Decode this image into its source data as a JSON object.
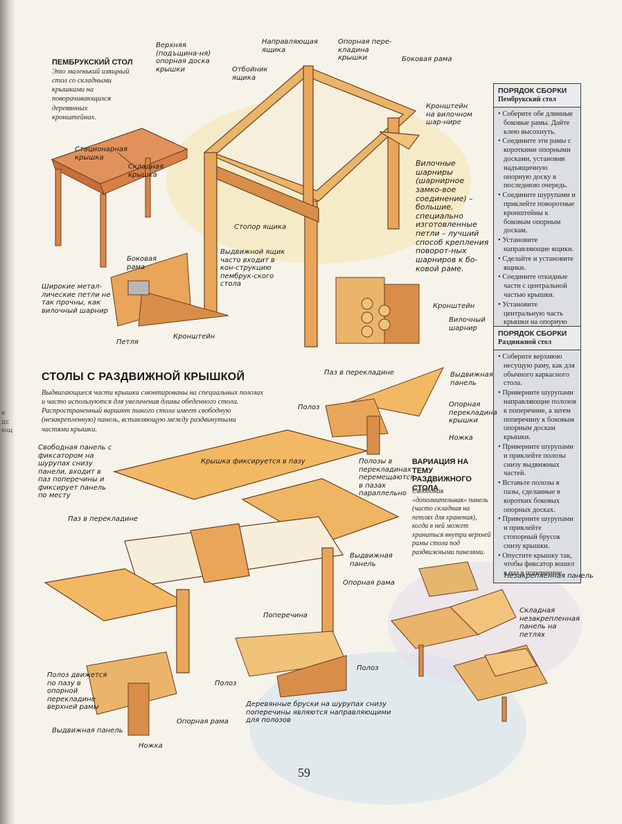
{
  "gutter": {
    "marks": [
      "е",
      "дс",
      "",
      "ющ"
    ]
  },
  "pembroke": {
    "heading": "ПЕМБРУКСКИЙ СТОЛ",
    "intro": "Это маленький изящный стол со складными крышками на поворачивающихся деревянных кронштейнах.",
    "labels": {
      "top_board": "Верхняя (подъщина-ня) опорная доска крышки",
      "drawer_stop": "Отбойник ящика",
      "drawer_guide": "Направляющая ящика",
      "crossbar": "Опорная пере-кладина крышки",
      "side_frame": "Боковая рама",
      "knuckle_bracket": "Кронштейн на вилочном шар-нире",
      "fixed_top": "Стационарная крышка",
      "folding_top": "Складная крышка",
      "drawer_stopper": "Стопор ящика",
      "drawer_note": "Выдвижной ящик часто входит в кон-струкцию пембрук-ского стола",
      "side_frame2": "Боковая рама",
      "wide_hinges": "Широкие метал-лические петли не так прочны, как вилочный шарнир",
      "hinge": "Петля",
      "bracket": "Кронштейн",
      "knuckle_note": "Вилочные шарниры (шарнирное замко-вое соединение) – большие, специально изготовленные петли – лучший способ крепления поворот-ных шарниров к бо-ковой раме.",
      "bracket2": "Кронштейн",
      "knuckle": "Вилочный шарнир"
    }
  },
  "box1": {
    "title": "ПОРЯДОК СБОРКИ",
    "subtitle": "Пембрукский стол",
    "items": [
      "Соберите обе длинные боковые рамы. Дайте клею высохнуть.",
      "Соедините эти рамы с короткими опорными досками, установив надъящичную опорную доску в последнюю очередь.",
      "Соедините шурупами и приклейте поворотные кронштейны к боковым опорным доскам.",
      "Установите направляющие ящики.",
      "Сделайте и установите ящики.",
      "Соедините откидные части с центральной частью крышки.",
      "Установите центральную часть крышки на опорную раму."
    ]
  },
  "box2": {
    "title": "ПОРЯДОК СБОРКИ",
    "subtitle": "Раздвижной стол",
    "items": [
      "Соберите верхнюю несущую раму, как для обычного каркасного стола.",
      "Приверните шурупами направляющие полозов к поперечине, а затем поперечину к боковым опорным доскам крышки.",
      "Приверните шурупами и приклейте полозы снизу выдвижных частей.",
      "Вставьте полозы в пазы, сделанные в коротких боковых опорных досках.",
      "Приверните шурупами и приклейте стопорный брусок снизу крышки.",
      "Опустите крышку так, чтобы фиксатор вошел в паз в поперечине."
    ]
  },
  "extending": {
    "heading": "СТОЛЫ С РАЗДВИЖНОЙ КРЫШКОЙ",
    "intro": "Выдвигающиеся части крышки смонтированы на специальных полозах и часто используются для увеличения длины обеденного стола. Распространенный вариант такого стола имеет свободную (незакрепленную) панель, вставляющую между раздвинутыми частями крышки.",
    "labels": {
      "groove_rail": "Паз в перекладине",
      "slider": "Полоз",
      "pull_panel": "Выдвижная панель",
      "support_rail": "Опорная перекладина крышки",
      "leg": "Ножка",
      "free_panel": "Свободная панель с фиксатором на шурупах снизу панели, входит в паз поперечины и фиксирует панель по месту",
      "top_fixed": "Крышка фиксируется в пазу",
      "sliders_move": "Полозы в перекладинах перемещаются в пазах параллельно",
      "groove_rail2": "Паз в перекладине",
      "pull_panel2": "Выдвижная панель",
      "support_frame": "Опорная рама",
      "crosspiece": "Поперечина",
      "slider_moves": "Полоз движется по пазу в опорной перекладине верхней рамы",
      "slider2": "Полоз",
      "slider3": "Полоз",
      "wood_blocks": "Деревянные бруски на шурупах снизу поперечины являются направляющими для полозов",
      "support_frame2": "Опорная рама",
      "pull_panel3": "Выдвижная панель",
      "leg2": "Ножка"
    }
  },
  "variation": {
    "heading": "ВАРИАЦИЯ НА ТЕМУ РАЗДВИЖНОГО СТОЛА",
    "text": "Свободная «дополнительная» панель (часто складная на петлях для хранения), когда в ней может храниться внутри верхней рамы стола под раздвижными панелями.",
    "free_panel": "Незакрепленная панель",
    "folding_panel": "Складная незакрепленная панель на петлях"
  },
  "page_number": "59"
}
